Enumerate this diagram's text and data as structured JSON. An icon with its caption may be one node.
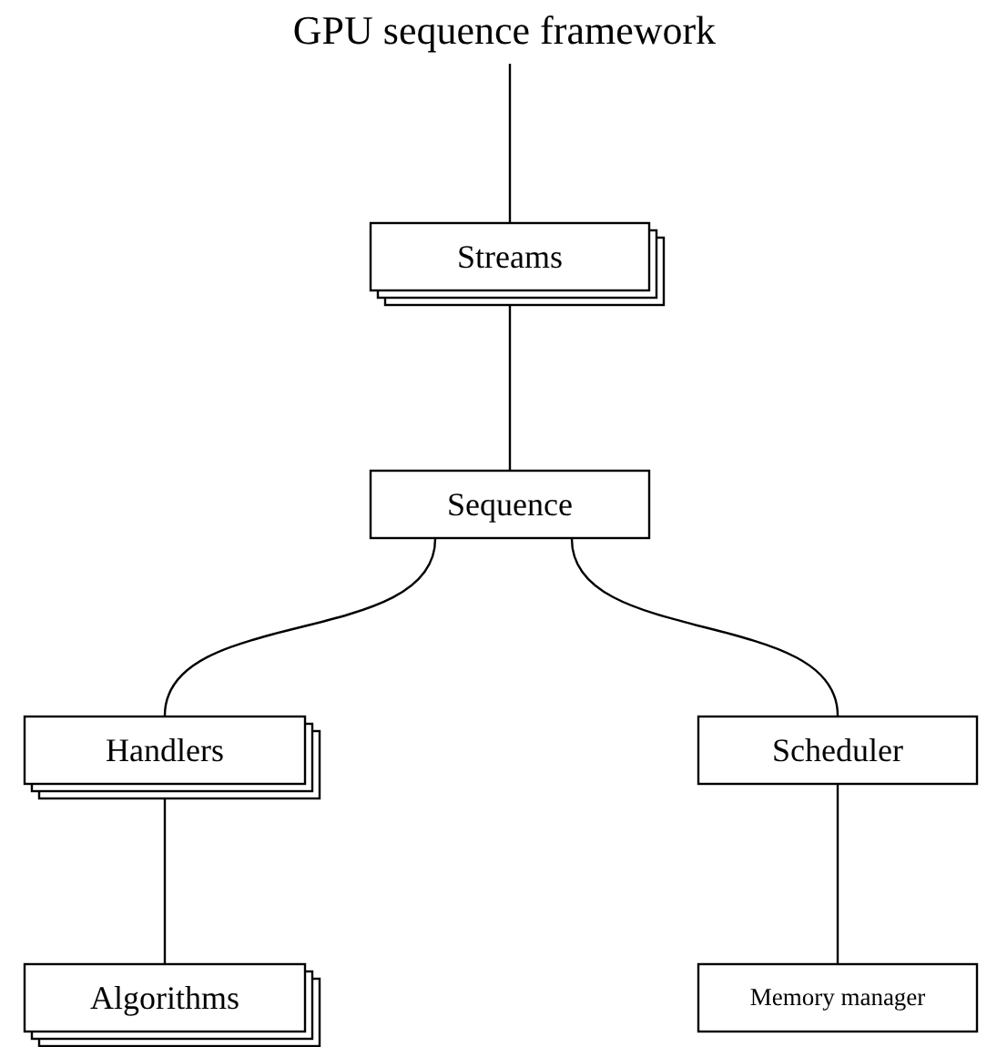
{
  "diagram": {
    "nodes": [
      {
        "text": [
          "GPU sequence framework"
        ]
      },
      {
        "text": [
          "Streams"
        ]
      },
      {
        "text": [
          "Sequence"
        ]
      },
      {
        "text": [
          "Handlers"
        ]
      },
      {
        "text": [
          "Scheduler"
        ]
      },
      {
        "text": [
          "Algorithms"
        ]
      },
      {
        "text": [
          "Memory manager"
        ]
      }
    ],
    "edges": [
      {
        "from": 0,
        "to": 1,
        "arrow": "none"
      },
      {
        "from": 1,
        "to": 2,
        "arrow": "none"
      },
      {
        "from": 2,
        "to": 3,
        "arrow": "none"
      },
      {
        "from": 2,
        "to": 4,
        "arrow": "none"
      },
      {
        "from": 3,
        "to": 5,
        "arrow": "none"
      },
      {
        "from": 4,
        "to": 6,
        "arrow": "none"
      }
    ]
  }
}
